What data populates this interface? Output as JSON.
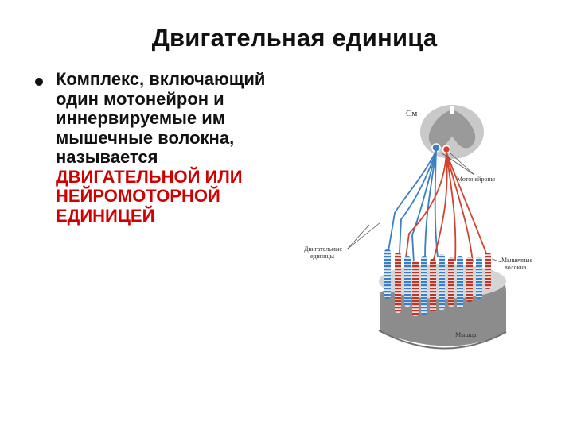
{
  "slide": {
    "title": "Двигательная единица",
    "bullet": {
      "lead": "Комплекс, включающий один мотонейрон и иннервируемые им мышечные волокна, называется",
      "term": "ДВИГАТЕЛЬНОЙ ИЛИ НЕЙРОМОТОРНОЙ ЕДИНИЦЕЙ"
    }
  },
  "figure": {
    "labels": {
      "spinal_cord": "См",
      "motoneurons": "Мотонейроны",
      "motor_units_line1": "Двигательные",
      "motor_units_line2": "единицы",
      "muscle_fibers_line1": "Мышечные",
      "muscle_fibers_line2": "волокна",
      "muscle": "Мышца"
    },
    "colors": {
      "accent_term": "#d00000",
      "unit_blue": "#3a7fc4",
      "unit_red": "#d2422e",
      "gray_matter": "#9a9a9a",
      "cord": "#c9c9c9"
    }
  }
}
